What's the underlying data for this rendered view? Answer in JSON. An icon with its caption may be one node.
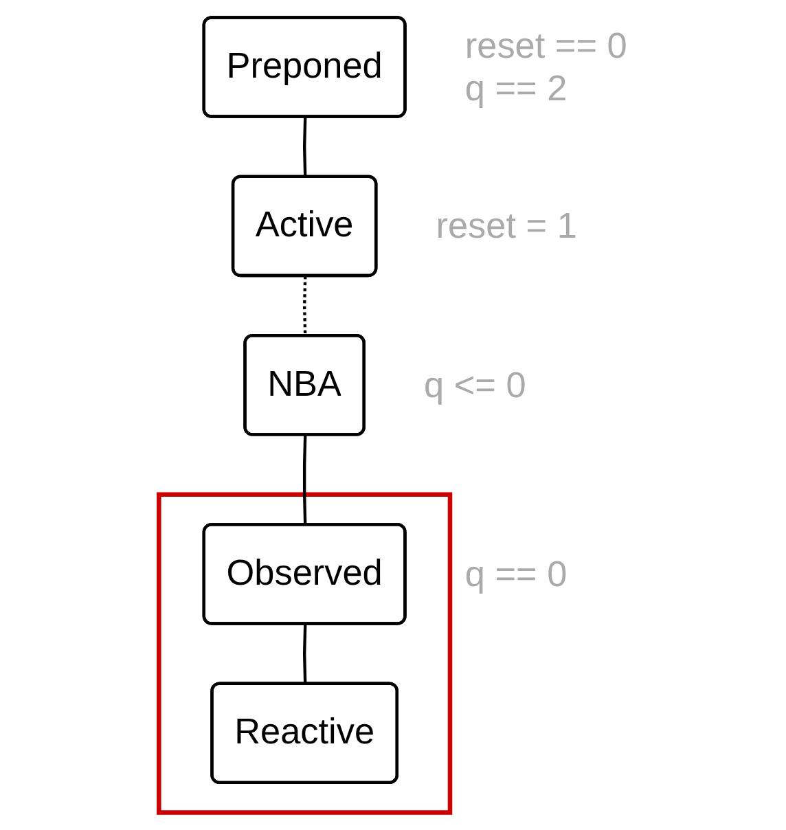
{
  "diagram": {
    "nodes": [
      {
        "text": [
          "Preponed"
        ],
        "beside": [
          "reset == 0",
          "q == 2"
        ]
      },
      {
        "text": [
          "Active"
        ],
        "beside": [
          "reset = 1"
        ]
      },
      {
        "text": [
          "NBA"
        ],
        "beside": [
          "q <= 0"
        ]
      },
      {
        "text": [],
        "shape": "box"
      },
      {
        "text": [
          "Observed"
        ],
        "in": 3,
        "beside": [
          "q == 0"
        ]
      },
      {
        "text": [
          "Reactive"
        ],
        "in": 3
      }
    ],
    "edges": [
      {
        "from": 0,
        "to": 1,
        "arrow": "none"
      },
      {
        "from": 1,
        "to": 2,
        "arrow": "none",
        "style": "dashed"
      },
      {
        "from": 2,
        "to": 4,
        "arrow": "none"
      },
      {
        "from": 4,
        "to": 5,
        "arrow": "none"
      }
    ]
  }
}
